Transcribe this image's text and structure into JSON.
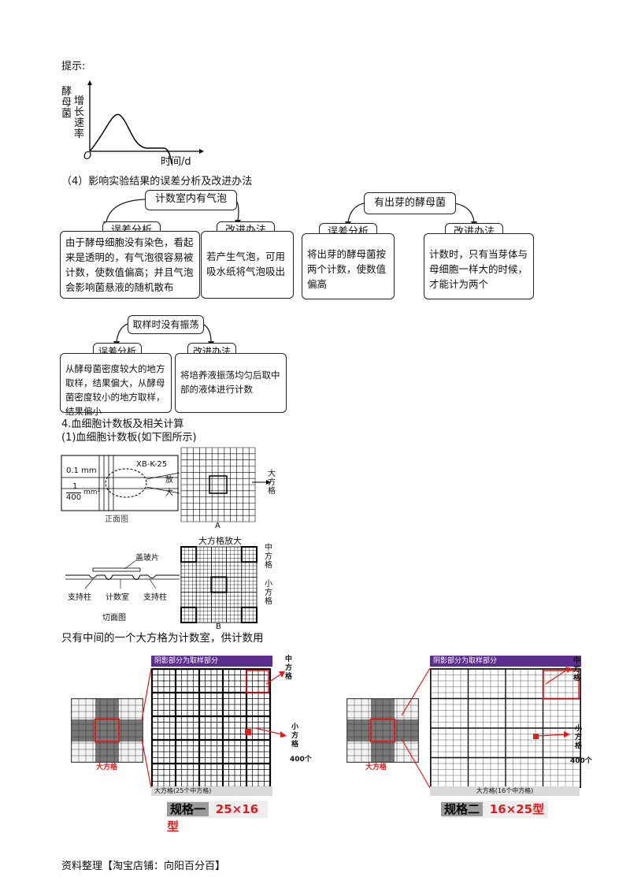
{
  "hint_label": "提示:",
  "growth_chart": {
    "ylabel_lines": [
      "酵母菌",
      "增长速率"
    ],
    "origin": "O",
    "xlabel": "时间/d"
  },
  "section4_title": "（4）影响实验结果的误差分析及改进办法",
  "tree1": {
    "root": "计数室内有气泡",
    "left_label": "误差分析",
    "left_text": "由于酵母细胞没有染色，看起来是透明的，有气泡很容易被计数，使数值偏高；并且气泡会影响菌悬液的随机散布",
    "right_label": "改进办法",
    "right_text": "若产生气泡，可用吸水纸将气泡吸出"
  },
  "tree2": {
    "root": "有出芽的酵母菌",
    "left_label": "误差分析",
    "left_text": "将出芽的酵母菌按两个计数，使数值偏高",
    "right_label": "改进办法",
    "right_text": "计数时，只有当芽体与母细胞一样大的时候，才能计为两个"
  },
  "tree3": {
    "root": "取样时没有振荡",
    "left_label": "误差分析",
    "left_text": "从酵母菌密度较大的地方取样，结果偏大，从酵母菌密度较小的地方取样，结果偏小",
    "right_label": "改进办法",
    "right_text": "将培养液振荡均匀后取中部的液体进行计数"
  },
  "section_blood_title": "4.血细胞计数板及相关计算",
  "section_blood_sub": "(1)血细胞计数板(如下图所示)",
  "front_view": {
    "depth": "0.1 mm",
    "area_num": "1",
    "area_den": "400",
    "area_unit": "mm²",
    "model": "XB-K-25",
    "zoom": [
      "放",
      "大"
    ],
    "caption": "正面图"
  },
  "figA": {
    "label_big": [
      "大",
      "方",
      "格"
    ],
    "caption": "A"
  },
  "figB": {
    "title": "大方格放大",
    "mid": [
      "中",
      "方",
      "格"
    ],
    "small": [
      "小",
      "方",
      "格"
    ],
    "caption": "B"
  },
  "section_view": {
    "cover": "盖玻片",
    "support_left": "支持柱",
    "chamber": "计数室",
    "support_right": "支持柱",
    "caption": "切面图"
  },
  "only_middle": "只有中间的一个大方格为计数室，供计数用",
  "spec1": {
    "banner": "阴影部分为取样部分",
    "mid": [
      "中",
      "方",
      "格"
    ],
    "small": [
      "小",
      "方",
      "格"
    ],
    "count": "400个",
    "big_label": "大方格",
    "bottom_bar": "大方格(25个中方格)",
    "name": "规格一",
    "type": "25×16型"
  },
  "spec2": {
    "banner": "阴影部分为取样部分",
    "mid": [
      "中",
      "方",
      "格"
    ],
    "small": [
      "小",
      "方",
      "格"
    ],
    "count": "400个",
    "big_label": "大方格",
    "bottom_bar": "大方格(16个中方格)",
    "name": "规格二",
    "type": "16×25型"
  },
  "footer": "资料整理【淘宝店铺：向阳百分百】",
  "colors": {
    "accent_red": "#e31b1b",
    "banner_purple": "#5b2d8e",
    "label_bg": "#d9d9d9"
  }
}
